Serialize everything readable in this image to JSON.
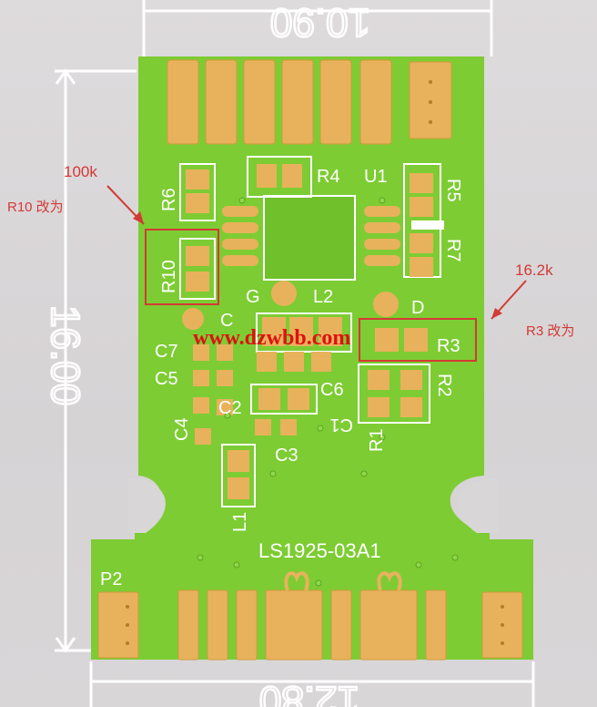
{
  "dimensions": {
    "top": "10.90",
    "left": "16.00",
    "bottom": "12.80"
  },
  "labels": {
    "u1": "U1",
    "r4": "R4",
    "r5": "R5",
    "r6": "R6",
    "r7": "R7",
    "r10": "R10",
    "g": "G",
    "l2": "L2",
    "c": "C",
    "d": "D",
    "r3": "R3",
    "c7": "C7",
    "c5": "C5",
    "c2": "C2",
    "c6": "C6",
    "c1": "C1",
    "r2": "R2",
    "c4": "C4",
    "c3": "C3",
    "r1": "R1",
    "l1": "L1",
    "p2": "P2",
    "board_id": "LS1925-03A1"
  },
  "annotations": {
    "value_100k": "100k",
    "r10_change": "R10 改为",
    "value_16k": "16.2k",
    "r3_change": "R3 改为"
  },
  "watermark": "www.dzwbb.com",
  "colors": {
    "pcb": "#7dcc33",
    "pad": "#e8b25c",
    "silk": "#ffffff",
    "annotation": "#d23a35",
    "watermark": "#e01010"
  }
}
